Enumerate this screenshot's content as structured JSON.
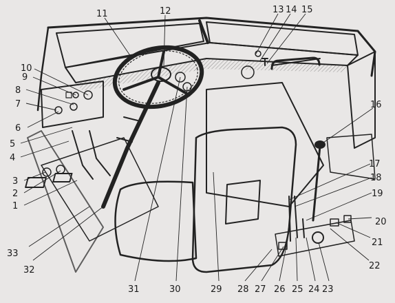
{
  "diagram": {
    "callouts": [
      "1",
      "2",
      "3",
      "4",
      "5",
      "6",
      "7",
      "8",
      "9",
      "10",
      "11",
      "12",
      "13",
      "14",
      "15",
      "16",
      "17",
      "18",
      "19",
      "20",
      "21",
      "22",
      "23",
      "24",
      "25",
      "26",
      "27",
      "28",
      "29",
      "30",
      "31",
      "32",
      "33"
    ]
  },
  "colors": {
    "paper": "#e9e7e6",
    "ink": "#222222"
  },
  "icons": [
    "steering-wheel-icon",
    "gear-lever-icon",
    "pedal-icon",
    "seat-icon"
  ]
}
